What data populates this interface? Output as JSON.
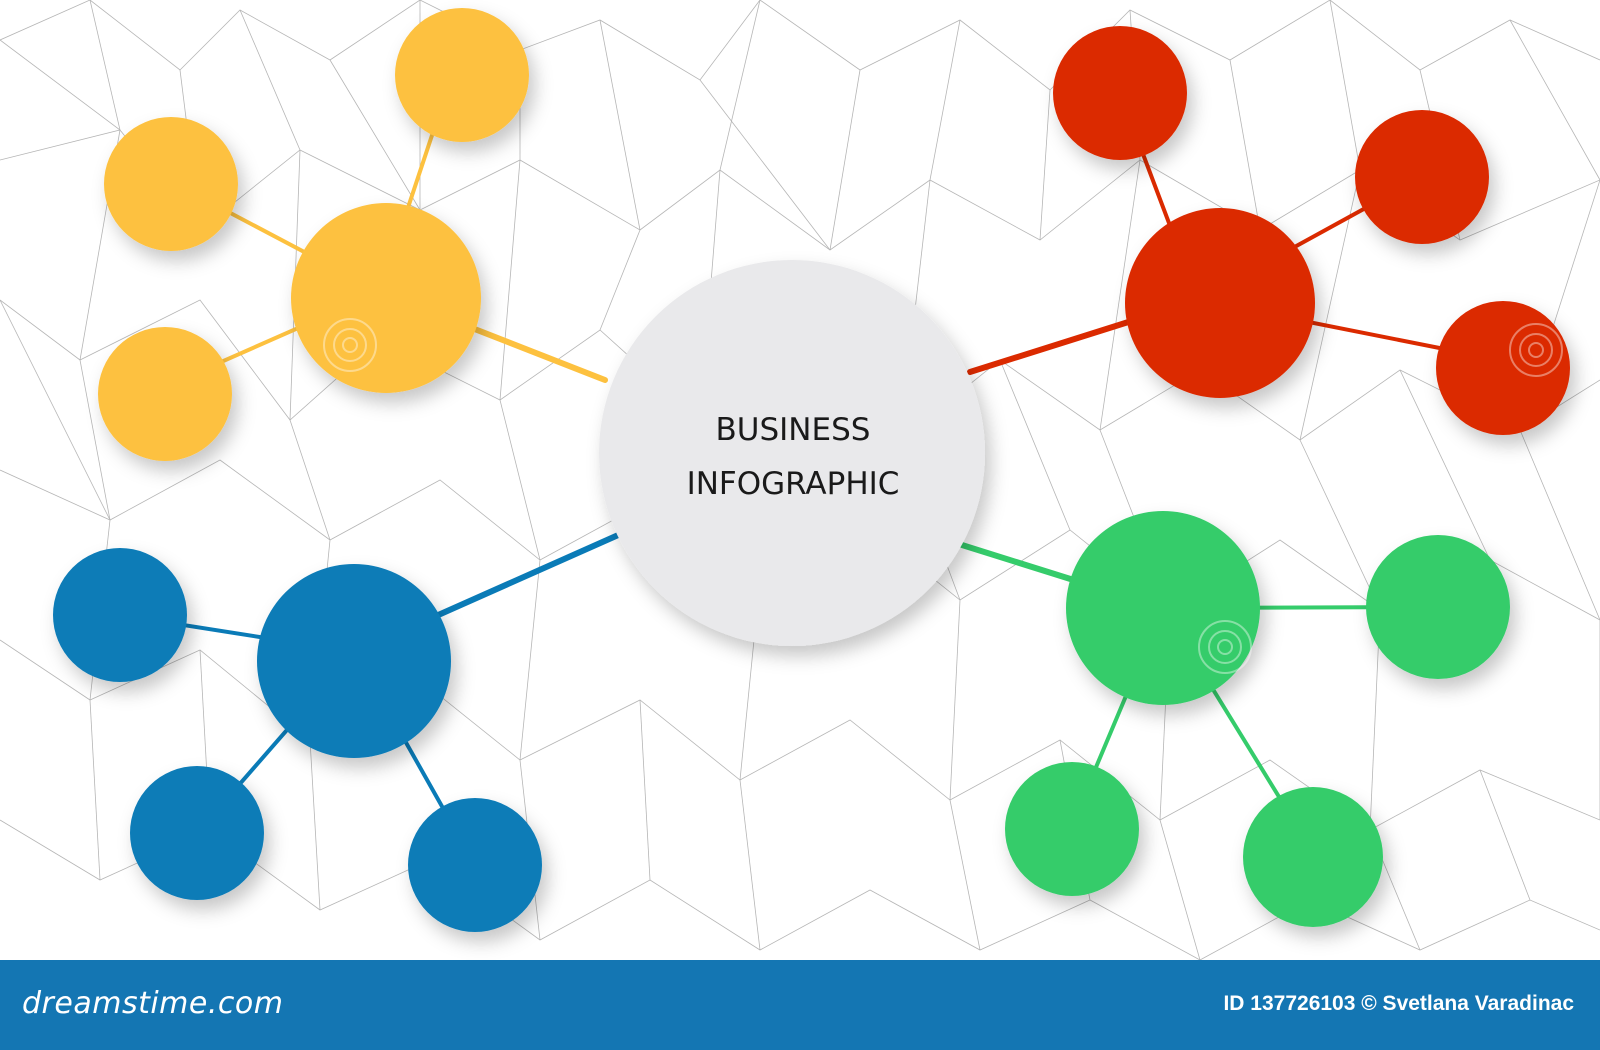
{
  "center": {
    "line1": "BUSINESS",
    "line2": "INFOGRAPHIC"
  },
  "colors": {
    "yellow": "#fdc13f",
    "red": "#db2a00",
    "blue": "#0a7bb7",
    "green": "#35cc6b",
    "center_fill": "#e9e9eb",
    "footer": "#1476b3"
  },
  "footer": {
    "brand": "dreamstime.com",
    "credit": "ID 137726103 © Svetlana Varadinac"
  }
}
